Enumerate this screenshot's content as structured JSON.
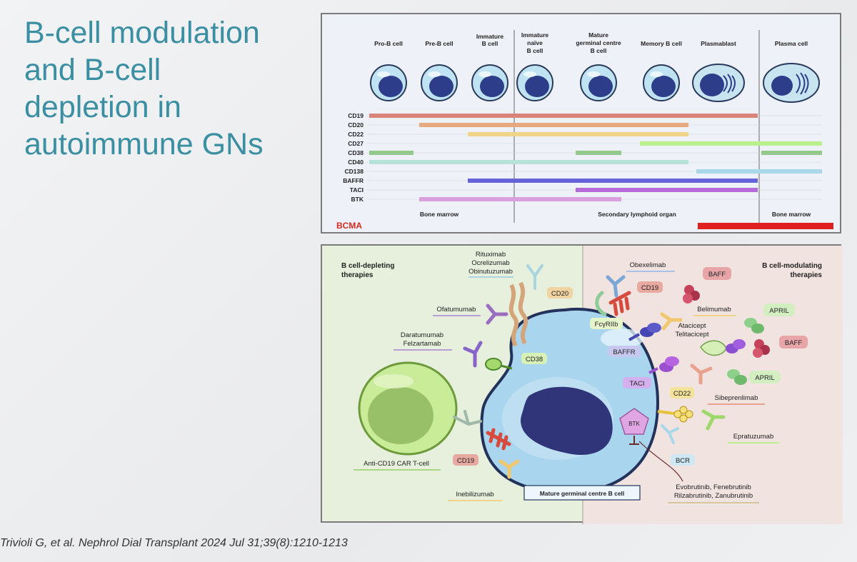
{
  "slide": {
    "title_lines": [
      "B-cell modulation",
      "and B-cell",
      "depletion in",
      "autoimmune GNs"
    ],
    "citation": "Trivioli G, et al. Nephrol Dial Transplant 2024 Jul 31;39(8):1210-1213"
  },
  "colors": {
    "title": "#3a8fa3",
    "CD19": "#d9847a",
    "CD20": "#e6a980",
    "CD22": "#f1d48a",
    "CD27": "#b9ef8c",
    "CD38": "#93c98a",
    "CD40": "#b7e2d8",
    "CD138": "#a9d8ea",
    "BAFFR": "#6762d8",
    "TACI": "#b46ad9",
    "BTK": "#d9a0dd",
    "BCMA": "#e02020"
  },
  "top_panel": {
    "stages": [
      {
        "lines": [
          "Pro-B cell"
        ]
      },
      {
        "lines": [
          "Pre-B cell"
        ]
      },
      {
        "lines": [
          "Immature",
          "B cell"
        ]
      },
      {
        "lines": [
          "Immature",
          "naïve",
          "B cell"
        ]
      },
      {
        "lines": [
          "Mature",
          "germinal centre",
          "B cell"
        ]
      },
      {
        "lines": [
          "Memory B cell"
        ]
      },
      {
        "lines": [
          "Plasmablast"
        ]
      },
      {
        "lines": [
          "Plasma cell"
        ]
      }
    ],
    "markers": [
      "CD19",
      "CD20",
      "CD22",
      "CD27",
      "CD38",
      "CD40",
      "CD138",
      "BAFFR",
      "TACI",
      "BTK"
    ],
    "locations": [
      "Bone marrow",
      "Secondary lymphoid organ",
      "Bone marrow"
    ],
    "bcma": "BCMA"
  },
  "bottom_panel": {
    "left_heading": [
      "B cell-depleting",
      "therapies"
    ],
    "right_heading": [
      "B cell-modulating",
      "therapies"
    ],
    "center_label": "Mature germinal centre B cell",
    "labels": {
      "rituximab": [
        "Rituximab",
        "Ocrelizumab",
        "Obinutuzumab"
      ],
      "ofatumumab": "Ofatumumab",
      "daratumumab": [
        "Daratumumab",
        "Felzartamab"
      ],
      "car_t": "Anti-CD19 CAR T-cell",
      "inebilizumab": "Inebilizumab",
      "obexelimab": "Obexelimab",
      "cd20": "CD20",
      "cd38": "CD38",
      "cd19_a": "CD19",
      "cd19_b": "CD19",
      "fcyriib": "FcγRIIb",
      "baffr": "BAFFR",
      "taci": "TACI",
      "cd22": "CD22",
      "btk": "BTK",
      "bcr": "BCR",
      "baff_1": "BAFF",
      "baff_2": "BAFF",
      "april_1": "APRIL",
      "april_2": "APRIL",
      "belimumab": "Belimumab",
      "atacicept": [
        "Atacicept",
        "Telitacicept"
      ],
      "sibeprenlimab": "Sibeprenlimab",
      "epratuzumab": "Epratuzumab",
      "btk_inhibitors": [
        "Evobrutinib, Fenebrutinib",
        "Rilzabrutinib, Zanubrutinib"
      ]
    }
  }
}
